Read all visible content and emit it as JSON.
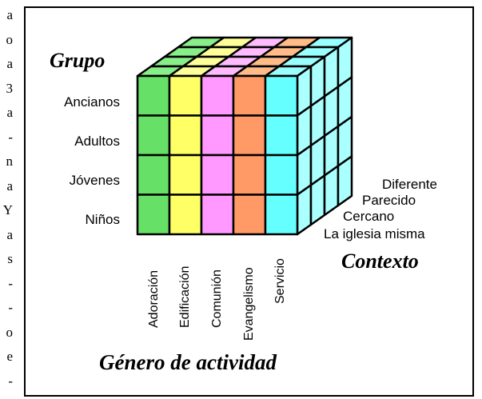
{
  "margin_text": [
    "a",
    "o",
    "a",
    "3",
    "a",
    "-",
    "n",
    "a",
    "Y",
    "a",
    "s",
    "-",
    "-",
    "o",
    "e",
    "-"
  ],
  "diagram": {
    "group_title": "Grupo",
    "groups": [
      "Ancianos",
      "Adultos",
      "Jóvenes",
      "Niños"
    ],
    "context_title": "Contexto",
    "contexts": [
      "Diferente",
      "Parecido",
      "Cercano",
      "La iglesia misma"
    ],
    "activity_title": "Género de actividad",
    "activities": [
      "Adoración",
      "Edificación",
      "Comunión",
      "Evangelismo",
      "Servicio"
    ],
    "colors": {
      "activities": [
        "#66e066",
        "#ffff66",
        "#ff99ff",
        "#ff9966",
        "#66ffff"
      ],
      "activities_top": [
        "#88ee88",
        "#ffff99",
        "#ffbbff",
        "#ffbb88",
        "#99ffff"
      ],
      "side": "#aaffff"
    }
  }
}
